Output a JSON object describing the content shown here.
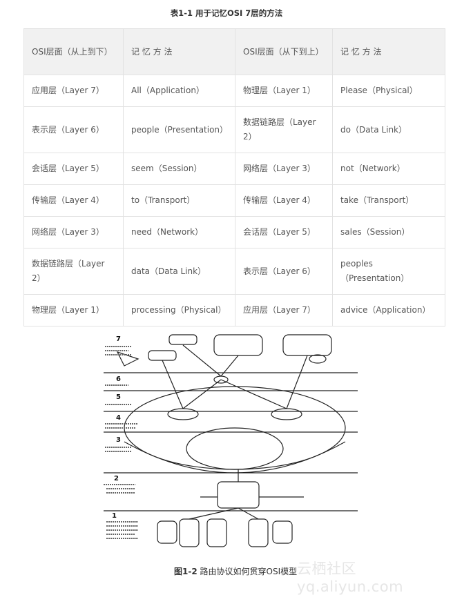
{
  "table_title": "表1-1 用于记忆OSI 7层的方法",
  "headers": [
    "OSI层面（从上到下）",
    "记 忆 方 法",
    "OSI层面（从下到上）",
    "记 忆 方 法"
  ],
  "rows": [
    [
      "应用层（Layer 7）",
      "All（Application）",
      "物理层（Layer 1）",
      "Please（Physical）"
    ],
    [
      "表示层（Layer 6）",
      "people（Presentation）",
      "数据链路层（Layer 2）",
      "do（Data Link）"
    ],
    [
      "会话层（Layer 5）",
      "seem（Session）",
      "网络层（Layer 3）",
      "not（Network）"
    ],
    [
      "传输层（Layer 4）",
      "to（Transport）",
      "传输层（Layer 4）",
      "take（Transport）"
    ],
    [
      "网络层（Layer 3）",
      "need（Network）",
      "会话层（Layer 5）",
      "sales（Session）"
    ],
    [
      "数据链路层（Layer 2）",
      "data（Data Link）",
      "表示层（Layer 6）",
      "peoples（Presentation）"
    ],
    [
      "物理层（Layer 1）",
      "processing（Physical）",
      "应用层（Layer 7）",
      "advice（Application）"
    ]
  ],
  "figure": {
    "layer_numbers": [
      "7",
      "6",
      "5",
      "4",
      "3",
      "2",
      "1"
    ],
    "caption_label": "图1-2",
    "caption_text": "路由协议如何贯穿OSI模型",
    "watermark": "云栖社区 yq.aliyun.com"
  }
}
